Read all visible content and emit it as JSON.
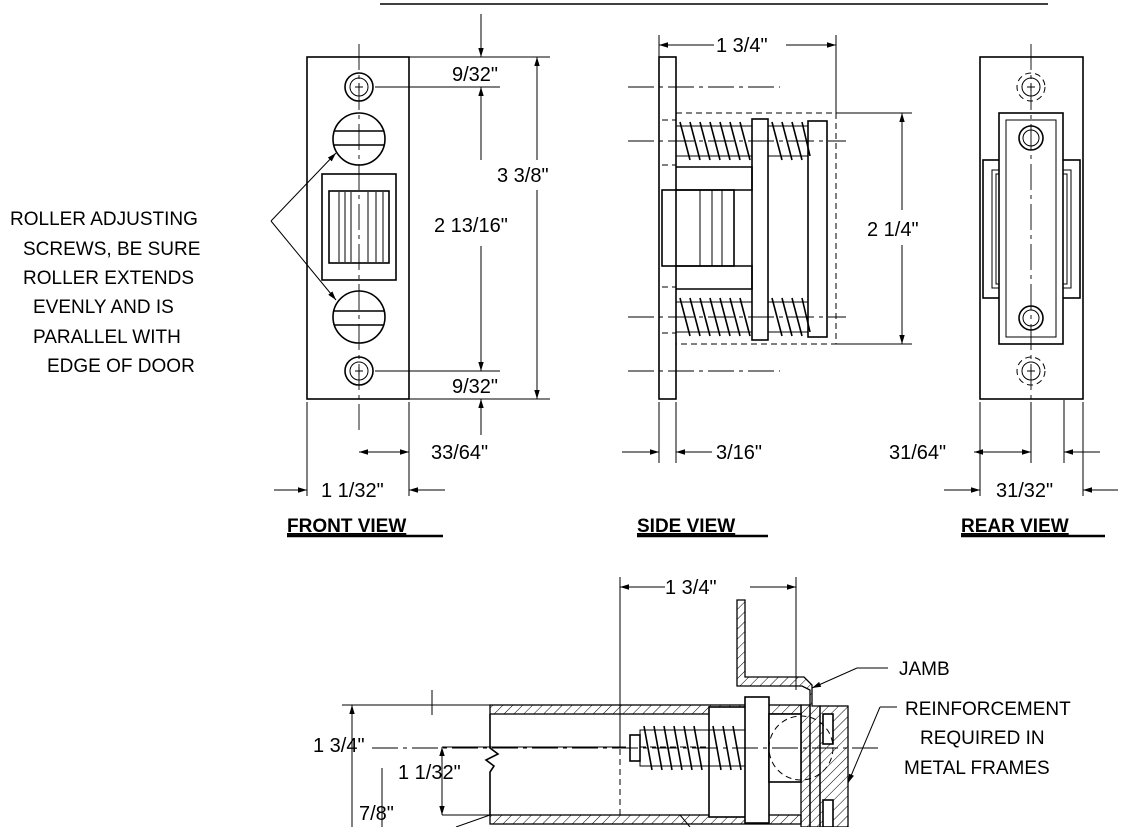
{
  "views": {
    "front": {
      "title": "FRONT VIEW",
      "dims": {
        "top_offset": "9/32\"",
        "overall_height": "3 3/8\"",
        "screw_spacing": "2 13/16\"",
        "bottom_offset": "9/32\"",
        "hole_offset": "33/64\"",
        "width": "1 1/32\""
      }
    },
    "side": {
      "title": "SIDE VIEW",
      "dims": {
        "depth": "1 3/4\"",
        "roller_height": "2 1/4\"",
        "plate_thickness": "3/16\""
      }
    },
    "rear": {
      "title": "REAR VIEW",
      "dims": {
        "hole_offset": "31/64\"",
        "width": "31/32\""
      }
    }
  },
  "note": [
    "ROLLER ADJUSTING",
    "SCREWS, BE SURE",
    "ROLLER EXTENDS",
    "EVENLY AND IS",
    "PARALLEL WITH",
    "EDGE OF DOOR"
  ],
  "section": {
    "dims": {
      "depth": "1 3/4\"",
      "door_thickness": "1 3/4\"",
      "width": "1 1/32\"",
      "center_offset": "7/8\""
    },
    "labels": {
      "jamb": "JAMB",
      "reinforcement": [
        "REINFORCEMENT",
        "REQUIRED IN",
        "METAL FRAMES"
      ]
    }
  }
}
